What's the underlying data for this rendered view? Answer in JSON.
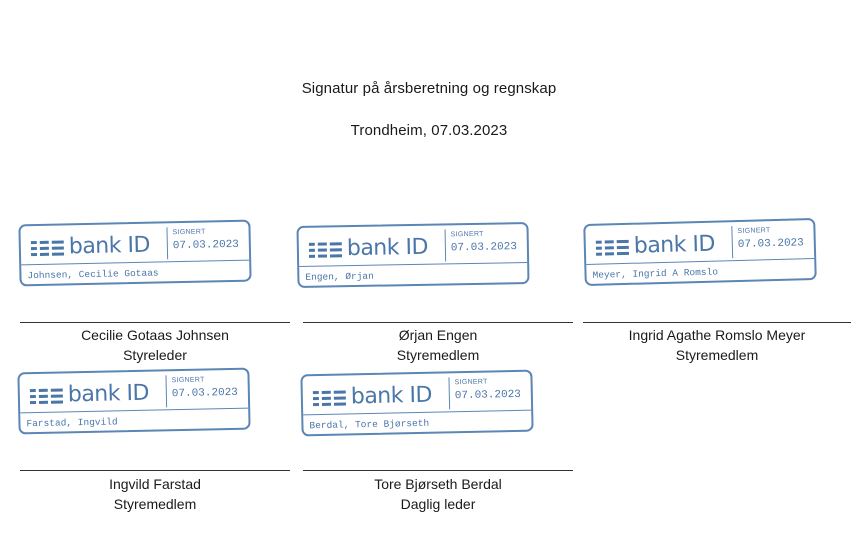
{
  "document": {
    "title": "Signatur på årsberetning og regnskap",
    "place_date": "Trondheim, 07.03.2023"
  },
  "stamp_brand": "bank ID",
  "stamp_status": "SIGNERT",
  "brand_color": "#4a76a8",
  "signatories": [
    {
      "stamp_name": "Johnsen, Cecilie Gotaas",
      "stamp_date": "07.03.2023",
      "name": "Cecilie Gotaas Johnsen",
      "role": "Styreleder"
    },
    {
      "stamp_name": "Engen, Ørjan",
      "stamp_date": "07.03.2023",
      "name": "Ørjan Engen",
      "role": "Styremedlem"
    },
    {
      "stamp_name": "Meyer, Ingrid A Romslo",
      "stamp_date": "07.03.2023",
      "name": "Ingrid Agathe Romslo Meyer",
      "role": "Styremedlem"
    },
    {
      "stamp_name": "Farstad, Ingvild",
      "stamp_date": "07.03.2023",
      "name": "Ingvild Farstad",
      "role": "Styremedlem"
    },
    {
      "stamp_name": "Berdal, Tore Bjørseth",
      "stamp_date": "07.03.2023",
      "name": "Tore Bjørseth Berdal",
      "role": "Daglig leder"
    }
  ]
}
